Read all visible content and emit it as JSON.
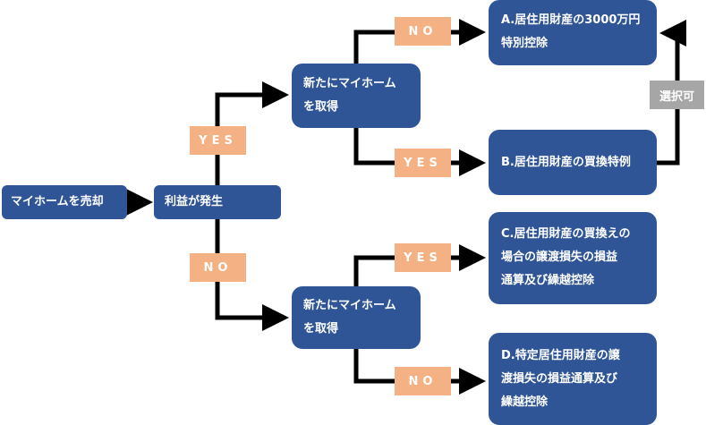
{
  "diagram": {
    "nodes": {
      "sell_home": "マイホームを売却",
      "profit": "利益が発生",
      "acquire_top": [
        "新たにマイホーム",
        "を取得"
      ],
      "acquire_bottom": [
        "新たにマイホーム",
        "を取得"
      ],
      "result_a": [
        "A.居住用財産の3000万円",
        "特別控除"
      ],
      "result_b": [
        "B.居住用財産の買換特例"
      ],
      "result_c": [
        "C.居住用財産の買換えの",
        "場合の譲渡損失の損益",
        "通算及び繰越控除"
      ],
      "result_d": [
        "D.特定居住用財産の譲",
        "渡損失の損益通算及び",
        "繰越控除"
      ]
    },
    "labels": {
      "profit_yes": "YES",
      "profit_no": "NO",
      "top_no": "NO",
      "top_yes": "YES",
      "bottom_yes": "YES",
      "bottom_no": "NO",
      "selectable": "選択可"
    },
    "colors": {
      "node_fill": "#2f5597",
      "decision_label": "#f4b183",
      "choice_label": "#a6a6a6",
      "connector": "#000000"
    }
  }
}
